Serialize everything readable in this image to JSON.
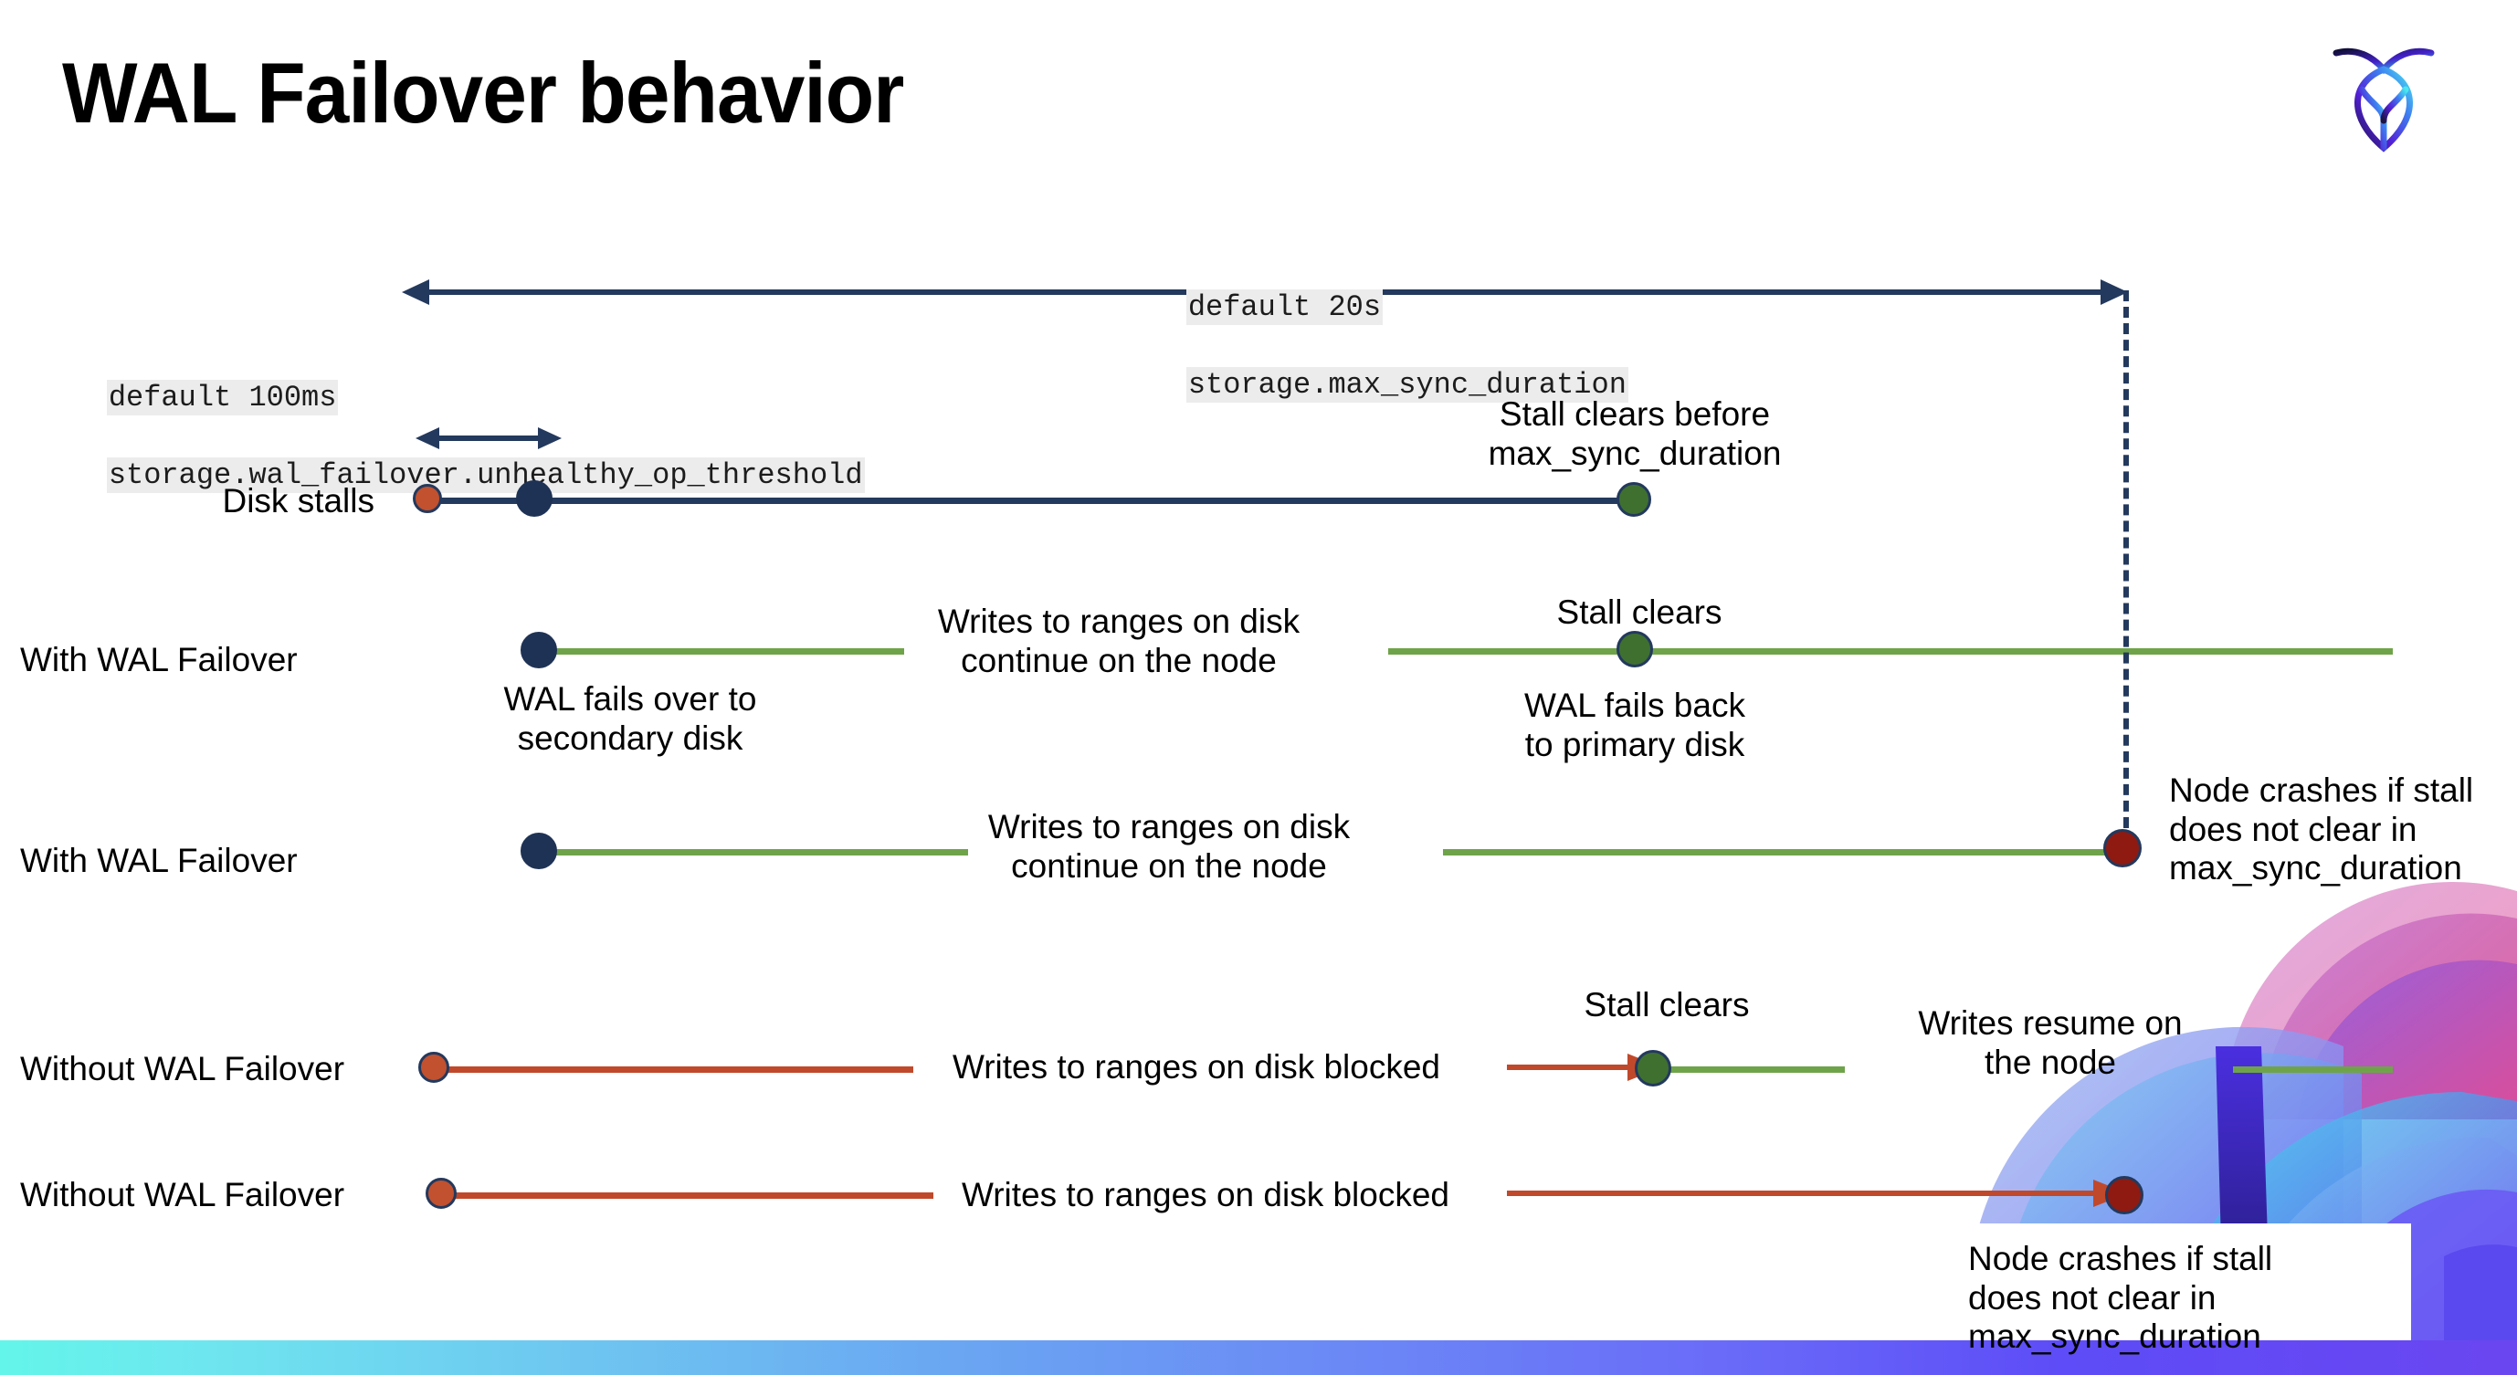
{
  "slide": {
    "title": "WAL Failover behavior",
    "logo_name": "cockroachdb-logo"
  },
  "settings": {
    "max_sync": {
      "default_label": "default 20s",
      "setting_name": "storage.max_sync_duration"
    },
    "unhealthy_threshold": {
      "default_label": "default 100ms",
      "setting_name": "storage.wal_failover.unhealthy_op_threshold"
    }
  },
  "rows": [
    {
      "id": "disk-stalls",
      "label": "Disk stalls",
      "annotations": [
        "Stall clears before\nmax_sync_duration"
      ]
    },
    {
      "id": "with-wal-failover-clears",
      "label": "With WAL Failover",
      "annotations": [
        "WAL fails over to\nsecondary disk",
        "Writes to ranges on disk\ncontinue on the node",
        "Stall clears",
        "WAL fails  back\nto primary disk"
      ]
    },
    {
      "id": "with-wal-failover-crash",
      "label": "With WAL Failover",
      "annotations": [
        "Writes to ranges on disk\ncontinue on the node",
        "Node crashes if stall\ndoes not clear in\nmax_sync_duration"
      ]
    },
    {
      "id": "without-wal-failover-clears",
      "label": "Without WAL Failover",
      "annotations": [
        "Writes to ranges on disk  blocked",
        "Stall clears",
        "Writes resume on\nthe node"
      ]
    },
    {
      "id": "without-wal-failover-crash",
      "label": "Without WAL Failover",
      "annotations": [
        "Writes to ranges on disk  blocked",
        "Node crashes if stall\ndoes not clear in\nmax_sync_duration"
      ]
    }
  ],
  "colors": {
    "navy": "#23395d",
    "green": "#6fa34a",
    "red": "#c0492b",
    "stall_start_dot": "#c1512f",
    "failover_dot": "#1e3255",
    "stall_clear_dot": "#3f7030",
    "crash_dot": "#8e1a12"
  }
}
